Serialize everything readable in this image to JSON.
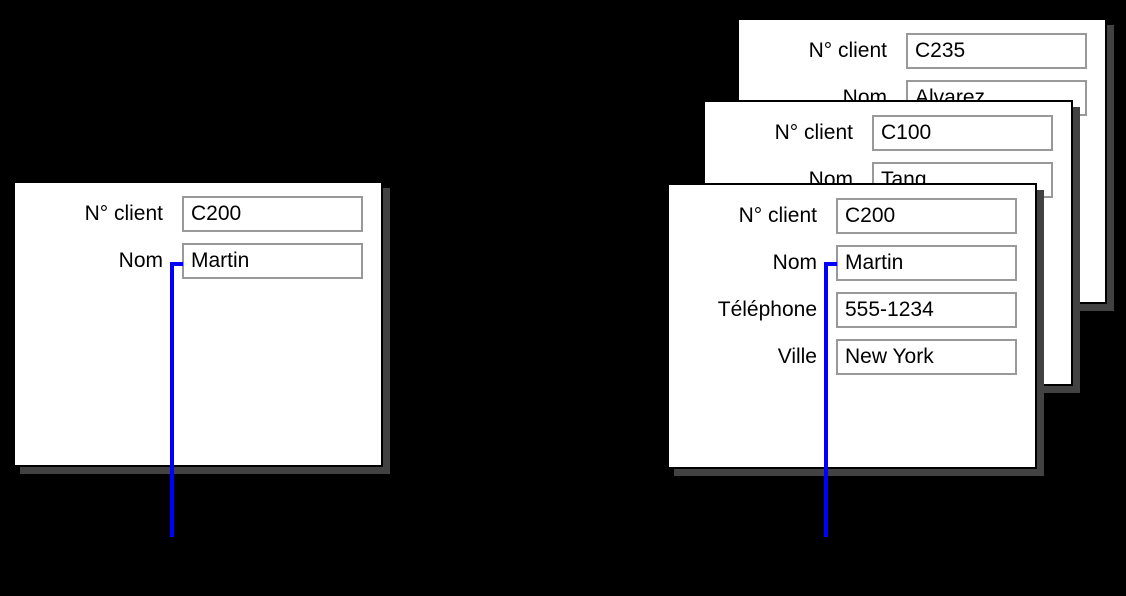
{
  "diagram": {
    "description_colors": {
      "background": "#000000",
      "card_bg": "#ffffff",
      "card_border": "#000000",
      "card_shadow": "#424242",
      "field_border": "#999999",
      "text": "#000000",
      "pointer_line": "#0000ff"
    },
    "cards": [
      {
        "name": "left",
        "fields": [
          {
            "label": "N° client",
            "value": "C200"
          },
          {
            "label": "Nom",
            "value": "Martin"
          }
        ]
      },
      {
        "name": "right-back",
        "fields": [
          {
            "label": "N° client",
            "value": "C235"
          },
          {
            "label": "Nom",
            "value": "Alvarez"
          }
        ]
      },
      {
        "name": "right-middle",
        "fields": [
          {
            "label": "N° client",
            "value": "C100"
          },
          {
            "label": "Nom",
            "value": "Tang"
          }
        ]
      },
      {
        "name": "right-front",
        "fields": [
          {
            "label": "N° client",
            "value": "C200"
          },
          {
            "label": "Nom",
            "value": "Martin"
          },
          {
            "label": "Téléphone",
            "value": "555-1234"
          },
          {
            "label": "Ville",
            "value": "New York"
          }
        ]
      }
    ]
  }
}
